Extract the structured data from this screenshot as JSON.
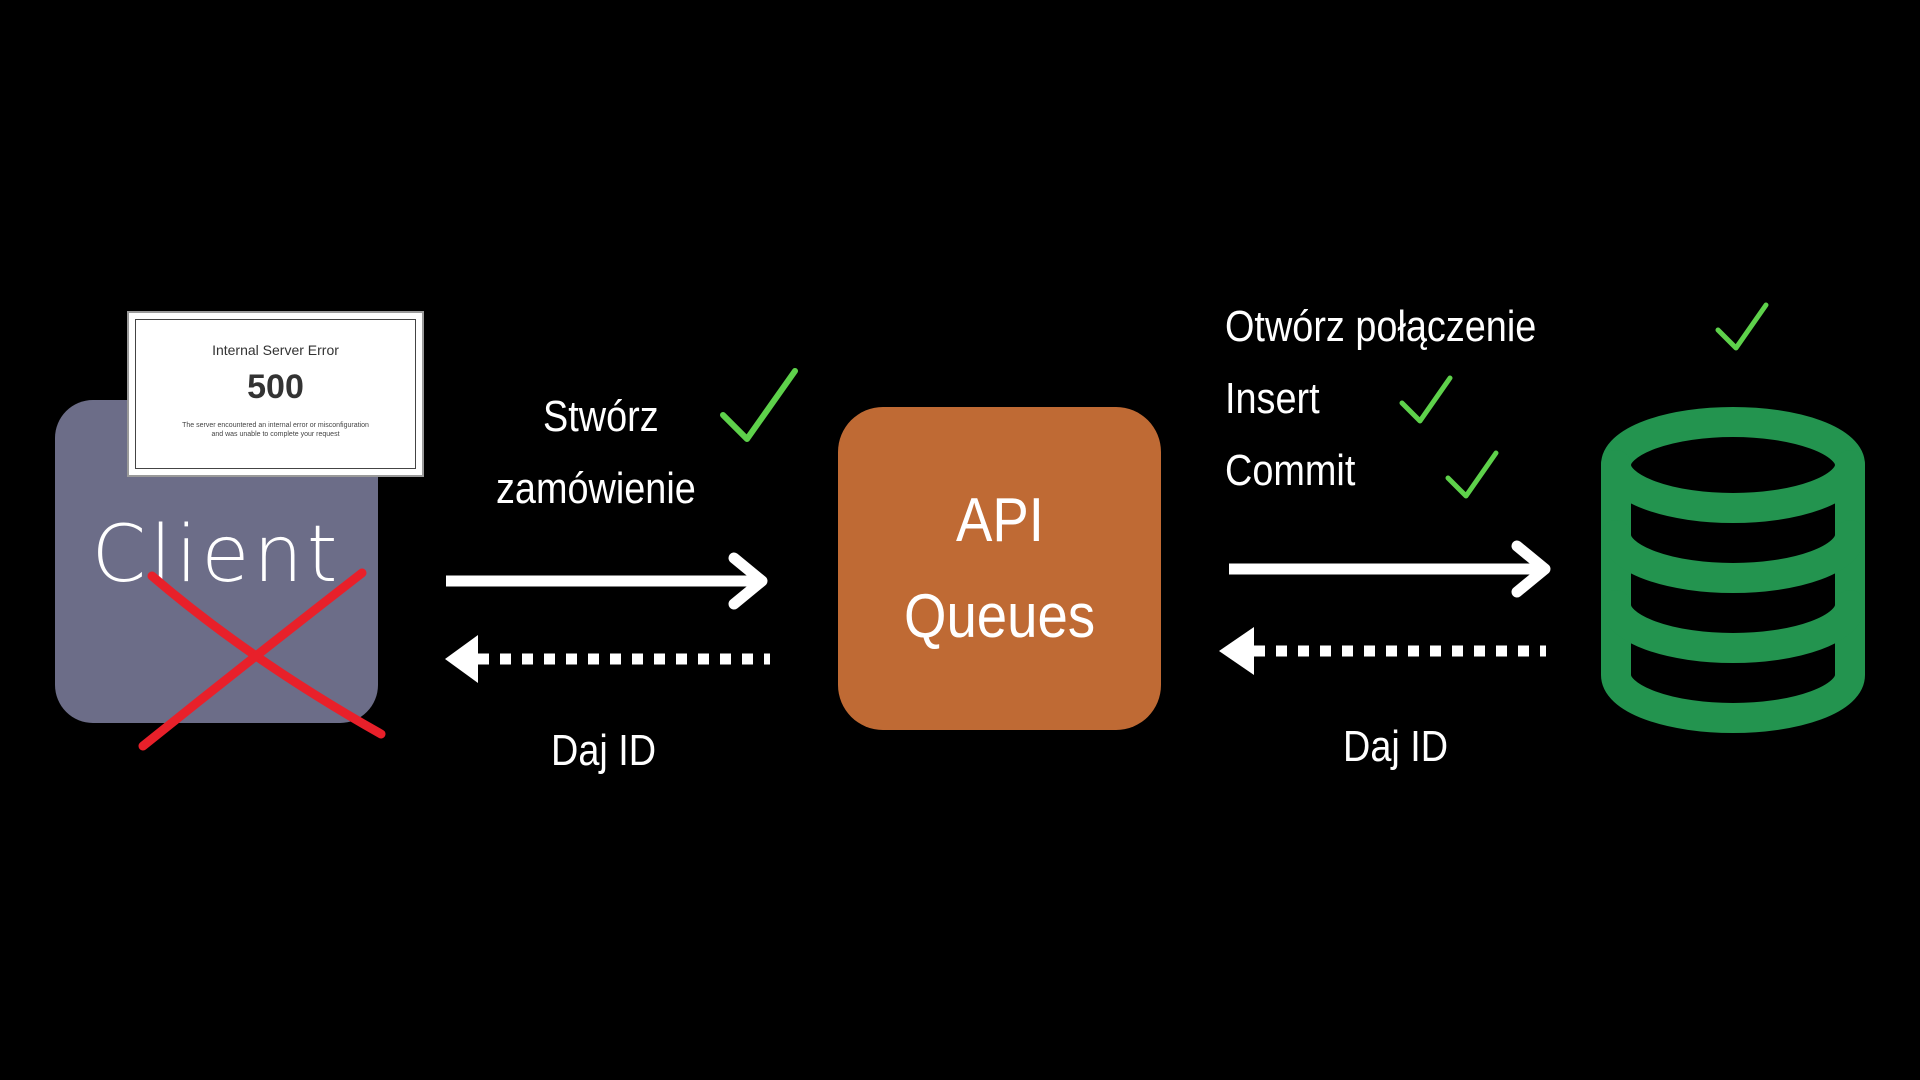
{
  "client": {
    "label": "Client",
    "error_card": {
      "title": "Internal Server Error",
      "code": "500",
      "message_line1": "The server encountered an internal error or misconfiguration",
      "message_line2": "and was unable to complete your request"
    }
  },
  "api": {
    "line1": "API",
    "line2": "Queues"
  },
  "left_flow": {
    "request_line1": "Stwórz",
    "request_line2": "zamówienie",
    "response": "Daj ID"
  },
  "right_flow": {
    "steps": [
      "Otwórz połączenie",
      "Insert",
      "Commit"
    ],
    "response": "Daj ID"
  },
  "colors": {
    "background": "#000000",
    "client": "#6c6d88",
    "api": "#bf6a34",
    "database": "#23944f",
    "check": "#5ed14b",
    "cross": "#e8202a",
    "arrow": "#ffffff"
  },
  "icons": {
    "database": "database-icon",
    "check": "check-icon",
    "cross": "cross-icon"
  }
}
